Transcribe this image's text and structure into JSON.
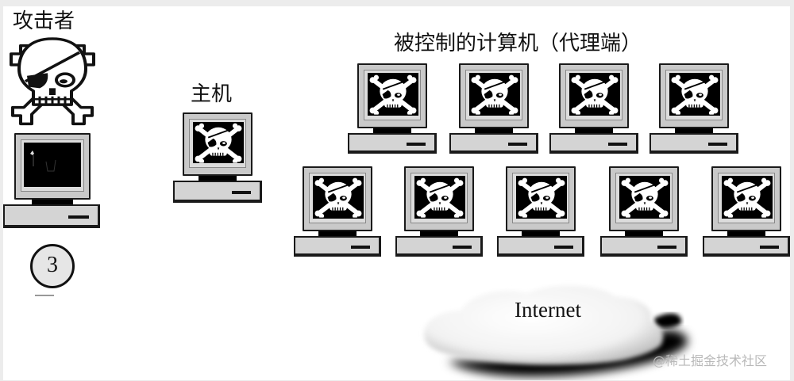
{
  "diagram": {
    "type": "network-attack-diagram",
    "labels": {
      "attacker": "攻击者",
      "host": "主机",
      "agents": "被控制的计算机（代理端）",
      "internet": "Internet"
    },
    "step_badge": "3",
    "watermark": "@稀土掘金技术社区",
    "nodes": [
      {
        "id": "attacker",
        "role": "attacker",
        "label": "攻击者",
        "icon": "skull-crossbones-eyepatch",
        "screen": "blank-terminal"
      },
      {
        "id": "host",
        "role": "master",
        "label": "主机",
        "screen": "skull"
      },
      {
        "id": "agent-1",
        "role": "agent",
        "row": 1,
        "screen": "skull"
      },
      {
        "id": "agent-2",
        "role": "agent",
        "row": 1,
        "screen": "skull"
      },
      {
        "id": "agent-3",
        "role": "agent",
        "row": 1,
        "screen": "skull"
      },
      {
        "id": "agent-4",
        "role": "agent",
        "row": 1,
        "screen": "skull"
      },
      {
        "id": "agent-5",
        "role": "agent",
        "row": 2,
        "screen": "skull"
      },
      {
        "id": "agent-6",
        "role": "agent",
        "row": 2,
        "screen": "skull"
      },
      {
        "id": "agent-7",
        "role": "agent",
        "row": 2,
        "screen": "skull"
      },
      {
        "id": "agent-8",
        "role": "agent",
        "row": 2,
        "screen": "skull"
      },
      {
        "id": "agent-9",
        "role": "agent",
        "row": 2,
        "screen": "skull"
      },
      {
        "id": "internet",
        "role": "network",
        "label": "Internet",
        "icon": "cloud"
      }
    ],
    "colors": {
      "background": "#ffffff",
      "frame": "#ececec",
      "outline": "#1a1a1a",
      "monitor_body": "#c9c9c9",
      "screen": "#000000",
      "watermark": "#b9b9b9"
    }
  }
}
